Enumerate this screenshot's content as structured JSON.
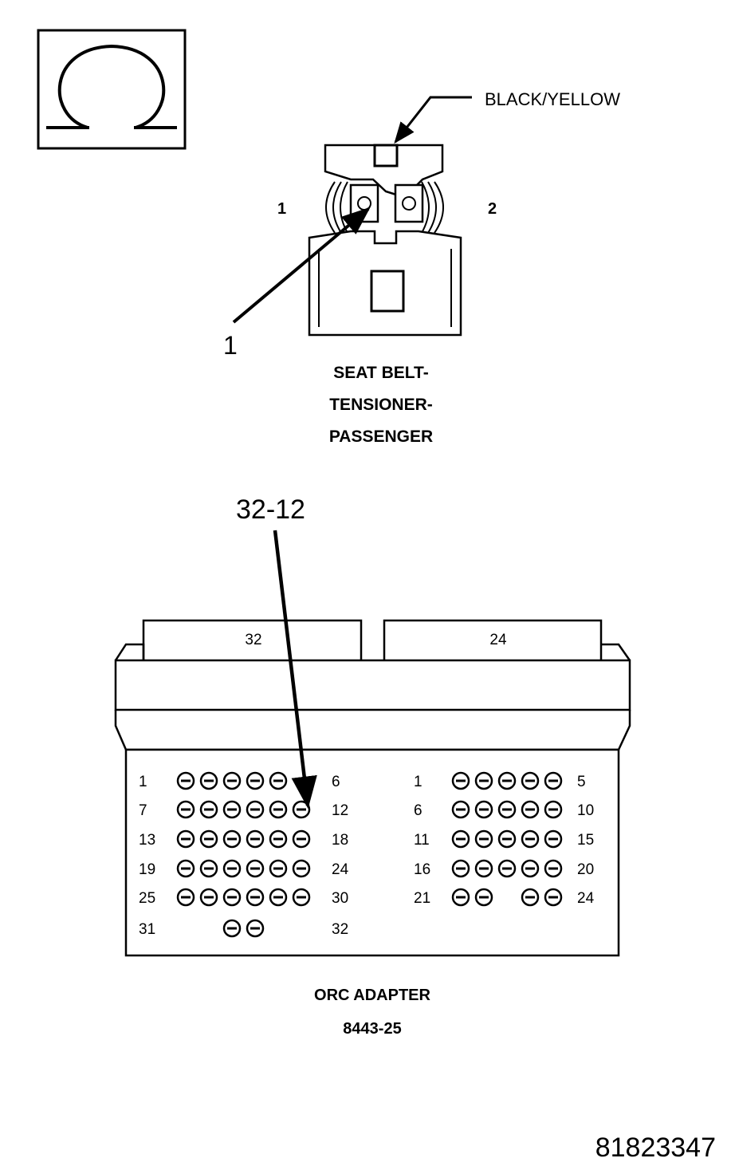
{
  "ohm_symbol": {
    "glyph": "Ω",
    "icon": "ohm-resistance-icon"
  },
  "seat_belt_connector": {
    "wire_color_label": "BLACK/YELLOW",
    "pin_left_label": "1",
    "pin_right_label": "2",
    "callout_label": "1",
    "title_lines": [
      "SEAT BELT-",
      "TENSIONER-",
      "PASSENGER"
    ]
  },
  "orc_adapter": {
    "callout_label": "32-12",
    "header_left_label": "32",
    "header_right_label": "24",
    "left_block": {
      "row_start_labels": [
        "1",
        "7",
        "13",
        "19",
        "25",
        "31"
      ],
      "row_end_labels": [
        "6",
        "12",
        "18",
        "24",
        "30",
        "32"
      ]
    },
    "right_block": {
      "row_start_labels": [
        "1",
        "6",
        "11",
        "16",
        "21"
      ],
      "row_end_labels": [
        "5",
        "10",
        "15",
        "20",
        "24"
      ]
    },
    "title_lines": [
      "ORC ADAPTER",
      "8443-25"
    ]
  },
  "figure_id": "81823347"
}
